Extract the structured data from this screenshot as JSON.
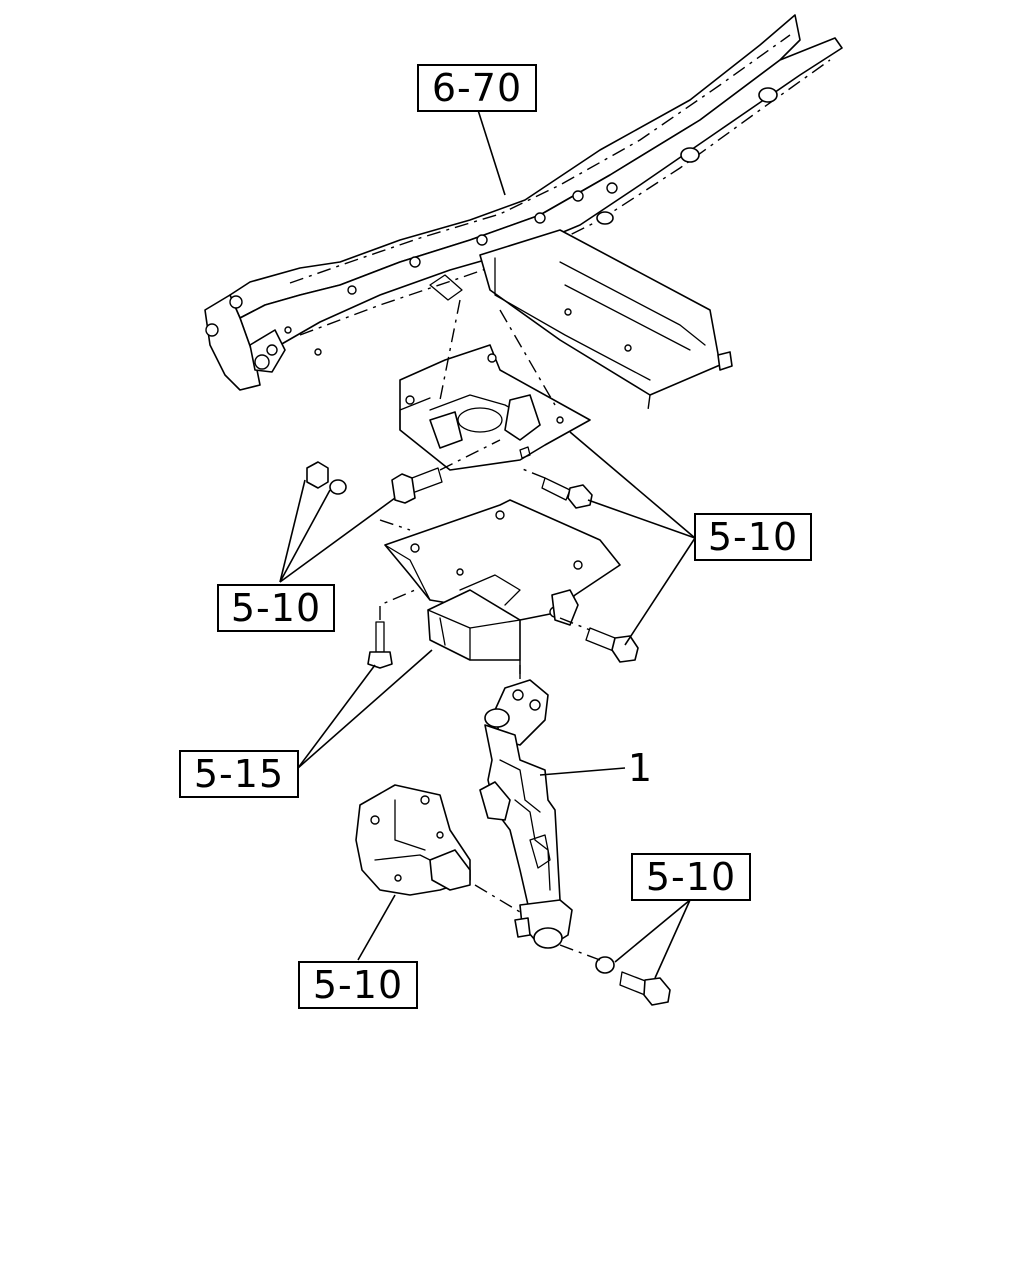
{
  "callouts": {
    "frame": "6-70",
    "bracket_bolts_right": "5-10",
    "bracket_bolts_left": "5-10",
    "bracket_bolt_lower": "5-15",
    "lever_bolt": "5-10",
    "lever_plate": "5-10"
  },
  "part_labels": {
    "lever_assembly": "1"
  }
}
